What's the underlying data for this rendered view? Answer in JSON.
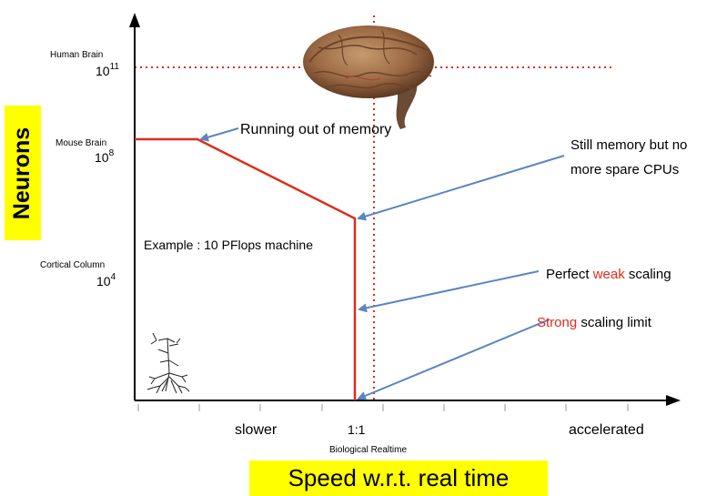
{
  "y_axis_title": "Neurons",
  "x_axis_title": "Speed w.r.t. real time",
  "y_ticks": [
    {
      "name": "Human Brain",
      "base": "10",
      "exp": "11"
    },
    {
      "name": "Mouse Brain",
      "base": "10",
      "exp": "8"
    },
    {
      "name": "Cortical Column",
      "base": "10",
      "exp": "4"
    }
  ],
  "x_ticks": {
    "slower": "slower",
    "realtime": "1:1",
    "realtime_caption": "Biological Realtime",
    "accelerated": "accelerated"
  },
  "annotations": {
    "memory": "Running out of memory",
    "cpus_line1": "Still memory but no",
    "cpus_line2": "more spare CPUs",
    "weak_pre": "Perfect ",
    "weak_red": "weak",
    "weak_post": " scaling",
    "strong_red": "Strong",
    "strong_post": " scaling limit",
    "example": "Example : 10 PFlops machine"
  },
  "colors": {
    "curve": "#e02a1c",
    "arrow": "#5b86c0",
    "dotted": "#e02a1c",
    "highlight": "#ffff00",
    "accent_text": "#e02a1c"
  },
  "icons": [
    "brain-image",
    "neuron-drawing"
  ]
}
